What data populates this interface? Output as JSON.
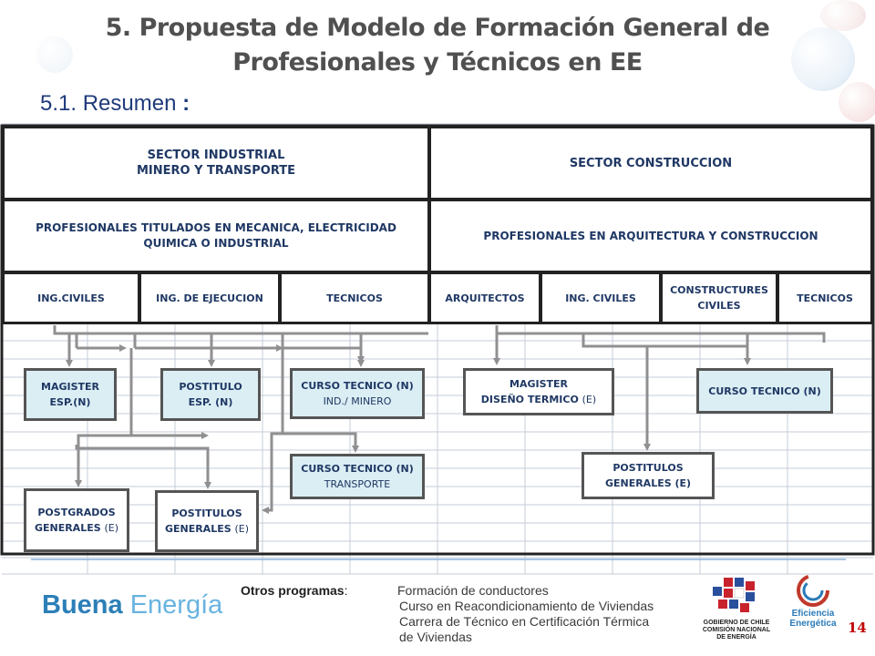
{
  "title_line1": "5. Propuesta de Modelo de Formación General de",
  "title_line2": "Profesionales y Técnicos en EE",
  "subtitle": "5.1. Resumen",
  "subtitle_colon": ":",
  "sectors": {
    "industrial_line1": "SECTOR INDUSTRIAL",
    "industrial_line2": "MINERO Y TRANSPORTE",
    "construccion": "SECTOR  CONSTRUCCION"
  },
  "profiles": {
    "industrial_line1": "PROFESIONALES TITULADOS EN MECANICA, ELECTRICIDAD",
    "industrial_line2": "QUIMICA O INDUSTRIAL",
    "construccion": "PROFESIONALES EN ARQUITECTURA Y CONSTRUCCION"
  },
  "categories": {
    "ing_civiles_ind": "ING.CIVILES",
    "ing_ejecucion": "ING. DE EJECUCION",
    "tecnicos_ind": "TECNICOS",
    "arquitectos": "ARQUITECTOS",
    "ing_civiles_con": "ING. CIVILES",
    "constructores_line1": "CONSTRUCTURES",
    "constructores_line2": "CIVILES",
    "tecnicos_con": "TECNICOS"
  },
  "programs": {
    "magister_esp_line1": "MAGISTER",
    "magister_esp_line2": "ESP.(N)",
    "postitulo_esp_line1": "POSTITULO",
    "postitulo_esp_line2": "ESP. (N)",
    "curso_ind_line1": "CURSO TECNICO (N)",
    "curso_ind_line2": "IND./ MINERO",
    "curso_trans_line1": "CURSO TECNICO (N)",
    "curso_trans_line2": "TRANSPORTE",
    "postgrados_line1": "POSTGRADOS",
    "postgrados_line2": "GENERALES",
    "postgrados_suffix": "(E)",
    "postitulos_ind_line1": "POSTITULOS",
    "postitulos_ind_line2": "GENERALES",
    "postitulos_ind_suffix": "(E)",
    "magister_dis_line1": "MAGISTER",
    "magister_dis_line2": "DISEÑO TERMICO",
    "magister_dis_suffix": "(E)",
    "curso_con": "CURSO TECNICO (N)",
    "postitulos_con_line1": "POSTITULOS",
    "postitulos_con_line2": "GENERALES (E)"
  },
  "footer": {
    "label": "Otros programas",
    "label_colon": ":",
    "items": [
      "Formación de conductores",
      "Curso  en Reacondicionamiento de Viviendas",
      "Carrera de Técnico en Certificación Térmica",
      "de Viviendas"
    ],
    "brand_part1": "Buena",
    "brand_part2": "Energía",
    "logo_gob_line1": "GOBIERNO DE CHILE",
    "logo_gob_line2": "COMISIÓN NACIONAL",
    "logo_gob_line3": "DE ENERGÍA",
    "logo_ee_line1": "Eficiencia",
    "logo_ee_line2": "Energética",
    "page_number": "14"
  },
  "colors": {
    "program_fill": "#dbeef4",
    "title_text": "#505050",
    "subtitle_text": "#1f3b7a",
    "box_text": "#1f3864",
    "brand_dark": "#2c7fb8",
    "brand_light": "#69b3e0",
    "page_number": "#c00000"
  }
}
